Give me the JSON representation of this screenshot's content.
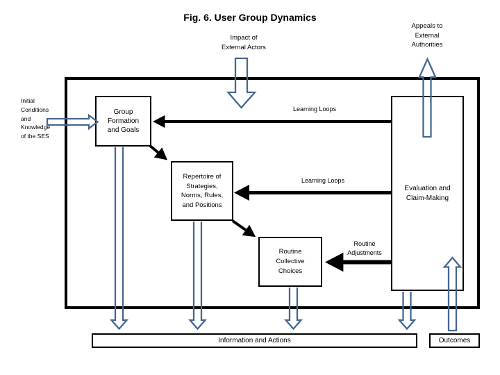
{
  "figure": {
    "title": "Fig. 6. User Group Dynamics"
  },
  "external_labels": {
    "impact": "Impact of\nExternal Actors",
    "appeals": "Appeals to\nExternal\nAuthorities",
    "initial_conditions": "Initial\nConditions\nand\nKnowledge\nof the SES"
  },
  "flow_labels": {
    "learning_loops_top": "Learning Loops",
    "learning_loops_mid": "Learning Loops",
    "routine_adjustments": "Routine\nAdjustments"
  },
  "boxes": {
    "group_formation": "Group\nFormation\nand Goals",
    "repertoire": "Repertoire of\nStrategies,\nNorms, Rules,\nand Positions",
    "routine_collective_choices": "Routine\nCollective\nChoices",
    "evaluation": "Evaluation and\nClaim-Making",
    "information_and_actions": "Information and Actions",
    "outcomes": "Outcomes"
  },
  "colors": {
    "arrow_outline_blue": "#466690",
    "connector_black": "#000000",
    "title_text": "#000000"
  }
}
